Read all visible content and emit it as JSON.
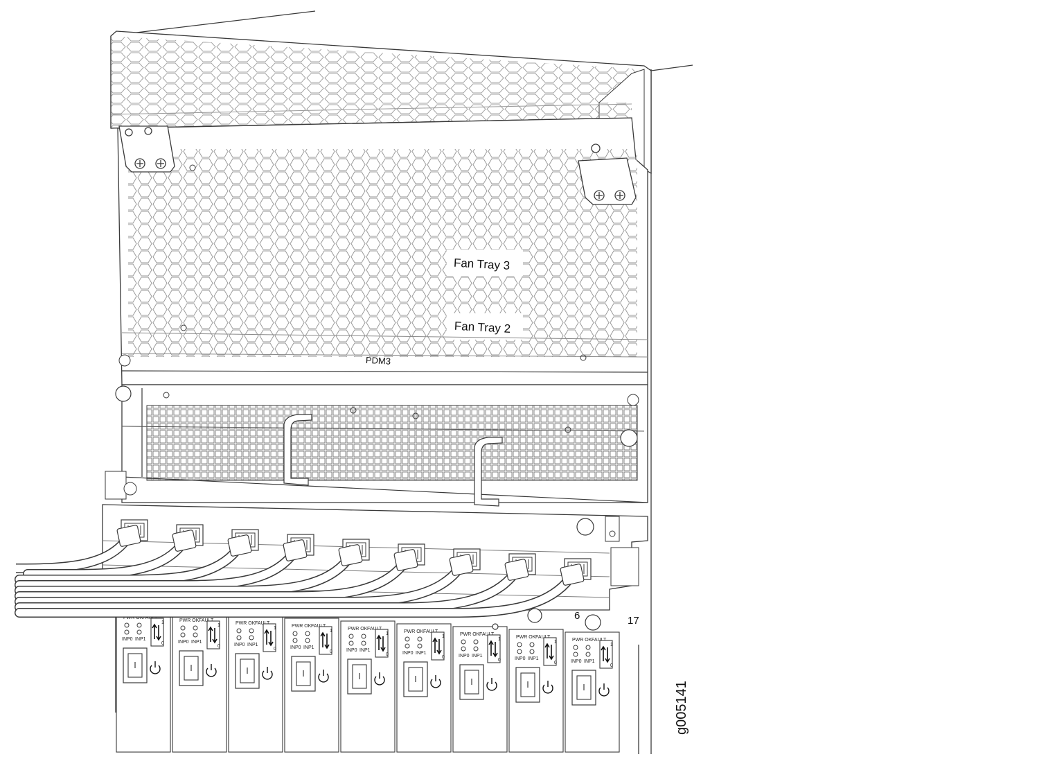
{
  "labels": {
    "fan_tray_3": "Fan Tray 3",
    "fan_tray_2": "Fan Tray 2",
    "pdm": "PDM3",
    "figure_id": "g005141"
  },
  "slot_numbers": [
    "6",
    "17"
  ],
  "psm": {
    "count": 9,
    "pwr_ok": "PWR OK",
    "fault": "FAULT",
    "inp0": "INP0",
    "inp1": "INP1",
    "switch_top": "1",
    "switch_bottom": "0"
  },
  "colors": {
    "line": "#3a3a3a",
    "fill": "#ffffff",
    "mesh": "#8a8a8a",
    "shade": "#d9d9d9"
  }
}
